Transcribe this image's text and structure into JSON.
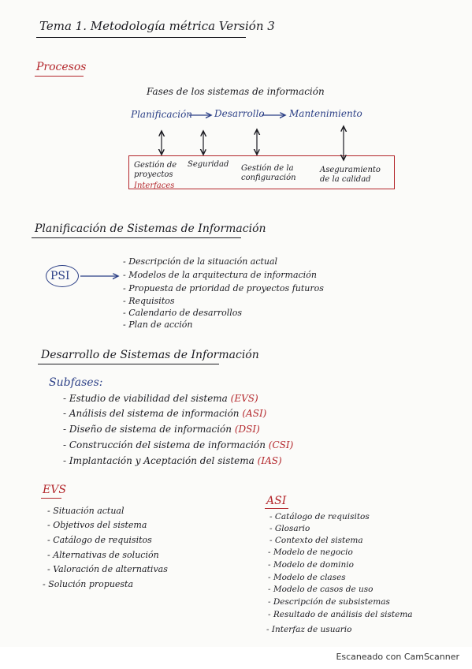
{
  "header": {
    "title": "Tema 1. Metodología métrica Versión 3"
  },
  "procesos": {
    "heading": "Procesos",
    "diagram": {
      "title": "Fases de los sistemas de información",
      "phases": [
        "Planificación",
        "Desarrollo",
        "Mantenimiento"
      ],
      "interfaces": [
        "Gestión de proyectos",
        "Seguridad",
        "Gestión de la configuración",
        "Aseguramiento de la calidad"
      ],
      "interfaces_label": "Interfaces"
    }
  },
  "planificacion": {
    "heading": "Planificación de Sistemas de Información",
    "psi": "PSI",
    "items": [
      "- Descripción de la situación actual",
      "- Modelos de la arquitectura de información",
      "- Propuesta de prioridad de proyectos futuros",
      "- Requisitos",
      "- Calendario de desarrollos",
      "- Plan de acción"
    ]
  },
  "desarrollo": {
    "heading": "Desarrollo de Sistemas de Información",
    "subfases_label": "Subfases:",
    "subfases": [
      {
        "text": "- Estudio de viabilidad del sistema",
        "code": "(EVS)"
      },
      {
        "text": "- Análisis del sistema de información",
        "code": "(ASI)"
      },
      {
        "text": "- Diseño de sistema de información",
        "code": "(DSI)"
      },
      {
        "text": "- Construcción del sistema de información",
        "code": "(CSI)"
      },
      {
        "text": "- Implantación y Aceptación del sistema",
        "code": "(IAS)"
      }
    ]
  },
  "evs": {
    "heading": "EVS",
    "items": [
      "- Situación actual",
      "- Objetivos del sistema",
      "- Catálogo de requisitos",
      "- Alternativas de solución",
      "- Valoración de alternativas",
      "- Solución propuesta"
    ]
  },
  "asi": {
    "heading": "ASI",
    "items": [
      "- Catálogo de requisitos",
      "- Glosario",
      "- Contexto del sistema",
      "- Modelo de negocio",
      "- Modelo de dominio",
      "- Modelo de clases",
      "- Modelo de casos de uso",
      "- Descripción de subsistemas",
      "- Resultado de análisis del sistema",
      "- Interfaz de usuario"
    ]
  },
  "footer": {
    "scanner": "Escaneado con CamScanner"
  },
  "colors": {
    "ink_black": "#1c1c22",
    "ink_blue": "#2b3f86",
    "ink_red": "#b3262b"
  }
}
